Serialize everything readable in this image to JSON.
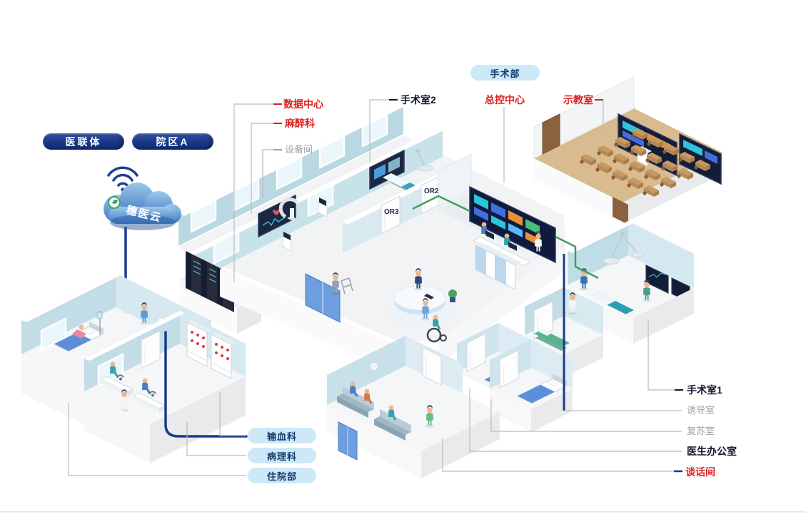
{
  "diagram": {
    "cloud_label": "穗医云",
    "department_badge": "手术部",
    "network_badges": [
      {
        "id": "medical_alliance",
        "label": "医联体"
      },
      {
        "id": "campus_a",
        "label": "院区A"
      }
    ],
    "room_pills": [
      {
        "id": "blood_bank",
        "label": "输血科"
      },
      {
        "id": "pathology",
        "label": "病理科"
      },
      {
        "id": "inpatient",
        "label": "住院部"
      }
    ],
    "callouts_left": [
      {
        "id": "data_center",
        "label": "数据中心",
        "style": "red"
      },
      {
        "id": "anesthesiology",
        "label": "麻醉科",
        "style": "red"
      },
      {
        "id": "equipment_room",
        "label": "设备间",
        "style": "gray"
      },
      {
        "id": "operating_room_2",
        "label": "手术室2",
        "style": "dark"
      }
    ],
    "callouts_top": [
      {
        "id": "master_control_center",
        "label": "总控中心",
        "style": "red"
      },
      {
        "id": "demo_classroom",
        "label": "示教室",
        "style": "red"
      }
    ],
    "callouts_right": [
      {
        "id": "operating_room_1",
        "label": "手术室1",
        "style": "dark"
      },
      {
        "id": "induction_room",
        "label": "诱导室",
        "style": "gray"
      },
      {
        "id": "recovery_room",
        "label": "复苏室",
        "style": "gray"
      },
      {
        "id": "doctor_office",
        "label": "医生办公室",
        "style": "dark"
      },
      {
        "id": "talk_room",
        "label": "谈话间",
        "style": "red"
      }
    ],
    "wall_tags": {
      "or2": "OR2",
      "or3": "OR3"
    },
    "colors": {
      "red": "#e01f1f",
      "dark": "#14152e",
      "gray": "#9aa2a8",
      "navy": "#1b3a8c",
      "green": "#3f9e63",
      "pill_bg": "#cde9f7",
      "pill_text": "#123a6d"
    }
  }
}
